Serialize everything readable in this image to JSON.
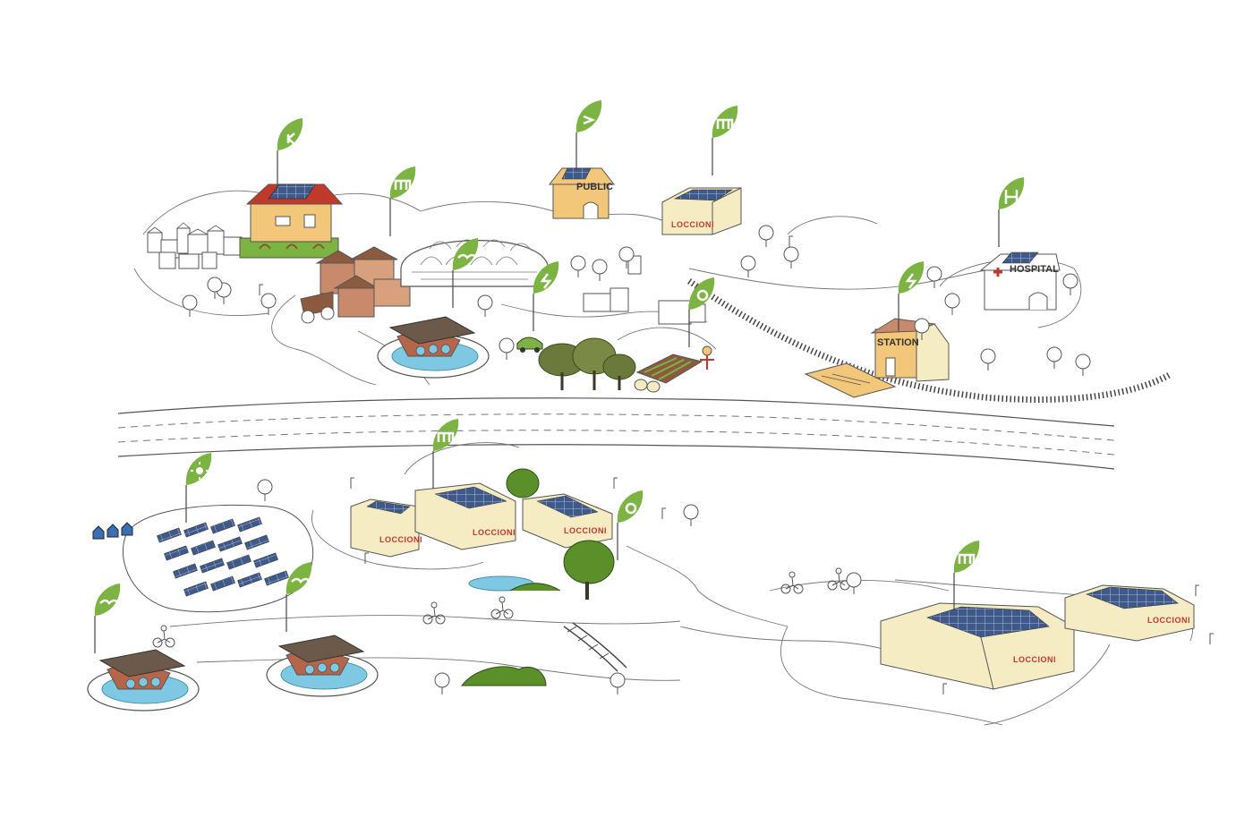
{
  "scene": {
    "colors": {
      "leaf": "#7cb342",
      "leaf_dark": "#558b2f",
      "panel": "#3f5a8a",
      "building": "#f6ecc4",
      "building_orange": "#f3c77a",
      "roof_red": "#c0392b",
      "water": "#7ec8e3",
      "turbine_brown": "#b5654a",
      "tree_green": "#5a8f2a",
      "olive": "#6b7a3a"
    },
    "labels": {
      "public": "PUBLIC",
      "station": "STATION",
      "hospital": "HOSPITAL",
      "loccioni": "LOCCIONI"
    },
    "markers": [
      {
        "id": "home",
        "icon": "house-glyph-icon"
      },
      {
        "id": "factory-top",
        "icon": "factory-glyph-icon"
      },
      {
        "id": "public",
        "icon": "plug-glyph-icon"
      },
      {
        "id": "loccioni-top",
        "icon": "factory-glyph-icon"
      },
      {
        "id": "hospital",
        "icon": "hospital-glyph-icon"
      },
      {
        "id": "station",
        "icon": "bolt-glyph-icon"
      },
      {
        "id": "hydro-top",
        "icon": "water-glyph-icon"
      },
      {
        "id": "ev",
        "icon": "bolt-glyph-icon"
      },
      {
        "id": "farm",
        "icon": "ring-glyph-icon"
      },
      {
        "id": "loccioni-mid",
        "icon": "factory-glyph-icon"
      },
      {
        "id": "solarfarm",
        "icon": "sun-glyph-icon"
      },
      {
        "id": "park",
        "icon": "ring-glyph-icon"
      },
      {
        "id": "hydro-left",
        "icon": "water-glyph-icon"
      },
      {
        "id": "hydro-right",
        "icon": "water-glyph-icon"
      },
      {
        "id": "loccioni-right",
        "icon": "factory-glyph-icon"
      }
    ]
  }
}
